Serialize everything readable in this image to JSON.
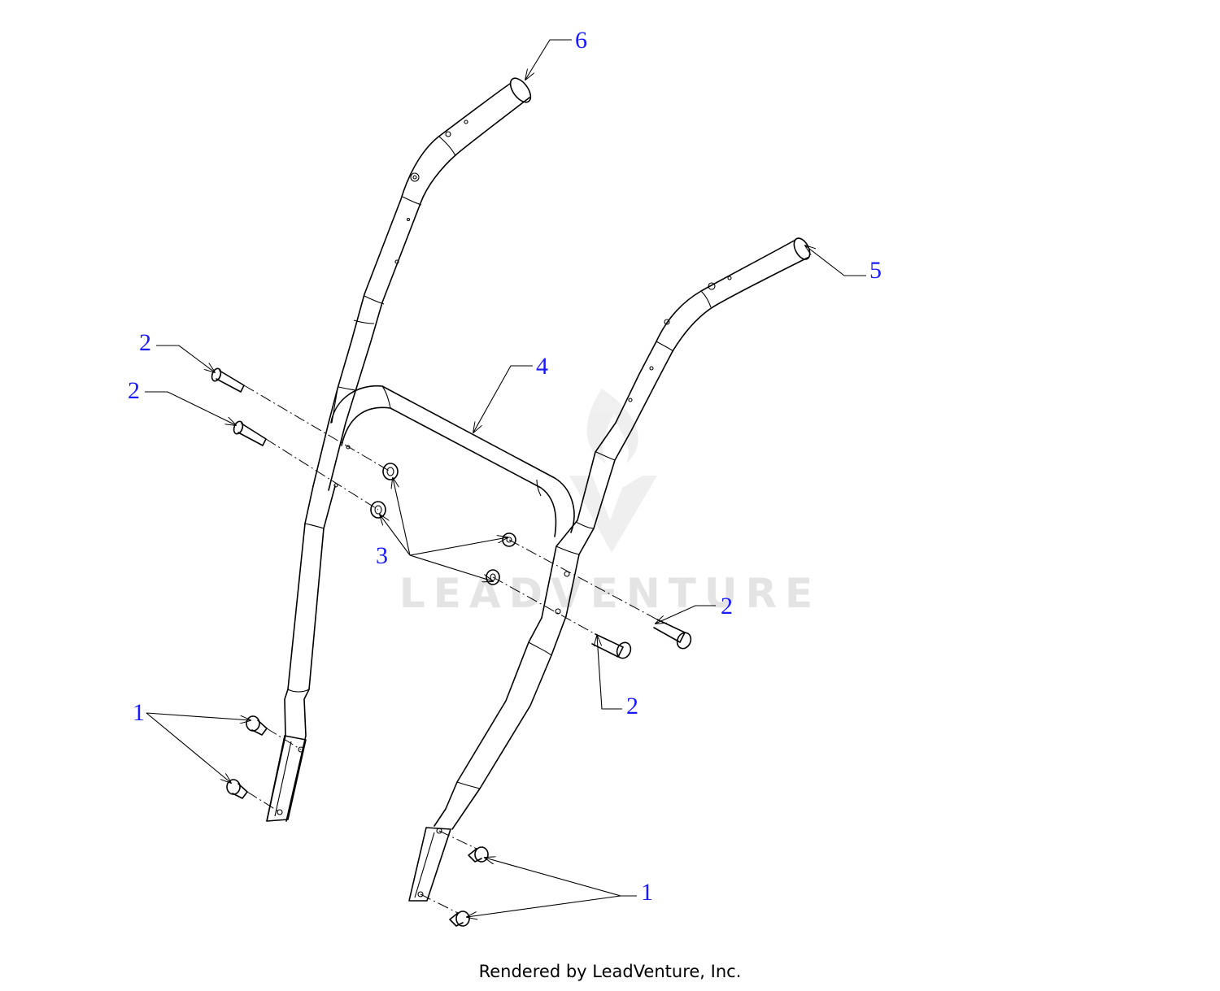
{
  "diagram": {
    "callout_color": "#1a1aff",
    "line_color": "#000000",
    "callouts": [
      {
        "id": "c6",
        "label": "6"
      },
      {
        "id": "c5",
        "label": "5"
      },
      {
        "id": "c4",
        "label": "4"
      },
      {
        "id": "c2a",
        "label": "2"
      },
      {
        "id": "c2b",
        "label": "2"
      },
      {
        "id": "c3",
        "label": "3"
      },
      {
        "id": "c2c",
        "label": "2"
      },
      {
        "id": "c2d",
        "label": "2"
      },
      {
        "id": "c1a",
        "label": "1"
      },
      {
        "id": "c1b",
        "label": "1"
      }
    ]
  },
  "watermark": {
    "text": "LEADVENTURE",
    "color": "#cfcfcf"
  },
  "footer": {
    "text": "Rendered by LeadVenture, Inc."
  }
}
